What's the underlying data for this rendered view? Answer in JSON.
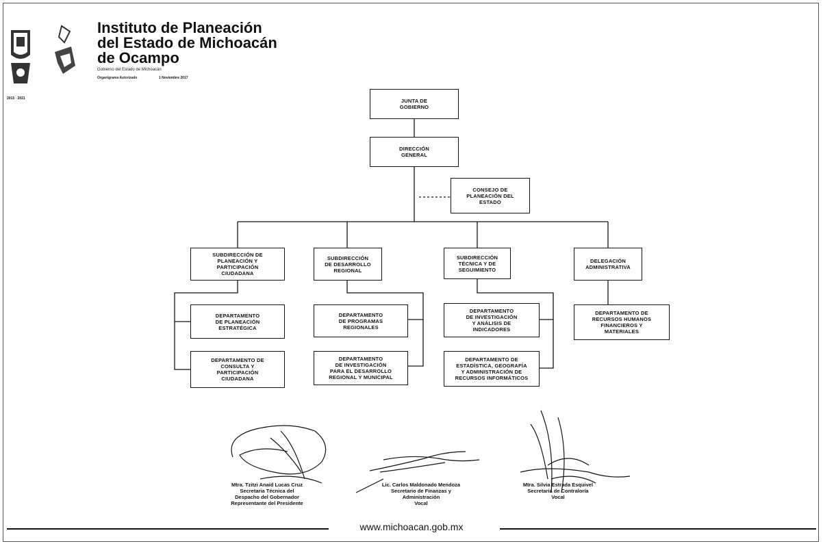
{
  "header": {
    "title_lines": [
      "Instituto de Planeación",
      "del Estado de Michoacán",
      "de Ocampo"
    ],
    "subtitle": "Gobierno del Estado de Michoacán",
    "org_type": "Organigrama Autorizado",
    "date": "1 Noviembre 2017",
    "years": "2015 · 2021"
  },
  "org": {
    "junta": "JUNTA DE\nGOBIERNO",
    "direccion": "DIRECCIÓN\nGENERAL",
    "consejo": "CONSEJO DE\nPLANEACIÓN DEL\nESTADO",
    "sub_planeacion": "SUBDIRECCIÓN DE\nPLANEACIÓN Y\nPARTICIPACIÓN\nCIUDADANA",
    "sub_desarrollo": "SUBDIRECCIÓN\nDE DESARROLLO\nREGIONAL",
    "sub_tecnica": "SUBDIRECCIÓN\nTÉCNICA Y DE\nSEGUIMIENTO",
    "delegacion": "DELEGACIÓN\nADMINISTRATIVA",
    "dep_planeacion": "DEPARTAMENTO\nDE PLANEACIÓN\nESTRATÉGICA",
    "dep_consulta": "DEPARTAMENTO DE\nCONSULTA Y\nPARTICIPACIÓN\nCIUDADANA",
    "dep_programas": "DEPARTAMENTO\nDE PROGRAMAS\nREGIONALES",
    "dep_investigacion_regional": "DEPARTAMENTO\nDE INVESTIGACIÓN\nPARA EL DESARROLLO\nREGIONAL Y MUNICIPAL",
    "dep_indicadores": "DEPARTAMENTO\nDE INVESTIGACIÓN\nY ANÁLISIS DE\nINDICADORES",
    "dep_estadistica": "DEPARTAMENTO DE\nESTADÍSTICA, GEOGRAFÍA\nY ADMINISTRACIÓN DE\nRECURSOS INFORMÁTICOS",
    "dep_recursos": "DEPARTAMENTO DE\nRECURSOS HUMANOS\nFINANCIEROS Y\nMATERIALES"
  },
  "signatures": {
    "sig1": "Mtra. Tzitzi Anaid Lucas Cruz\nSecretaria Técnica del\nDespacho del Gobernador\nRepresentante del Presidente",
    "sig2": "Lic. Carlos Maldonado Mendoza\nSecretario de Finanzas y\nAdministración\nVocal",
    "sig3": "Mtra. Silvia Estrada Esquivel\nSecretaria de Contraloría\nVocal"
  },
  "footer": {
    "url": "www.michoacan.gob.mx"
  }
}
